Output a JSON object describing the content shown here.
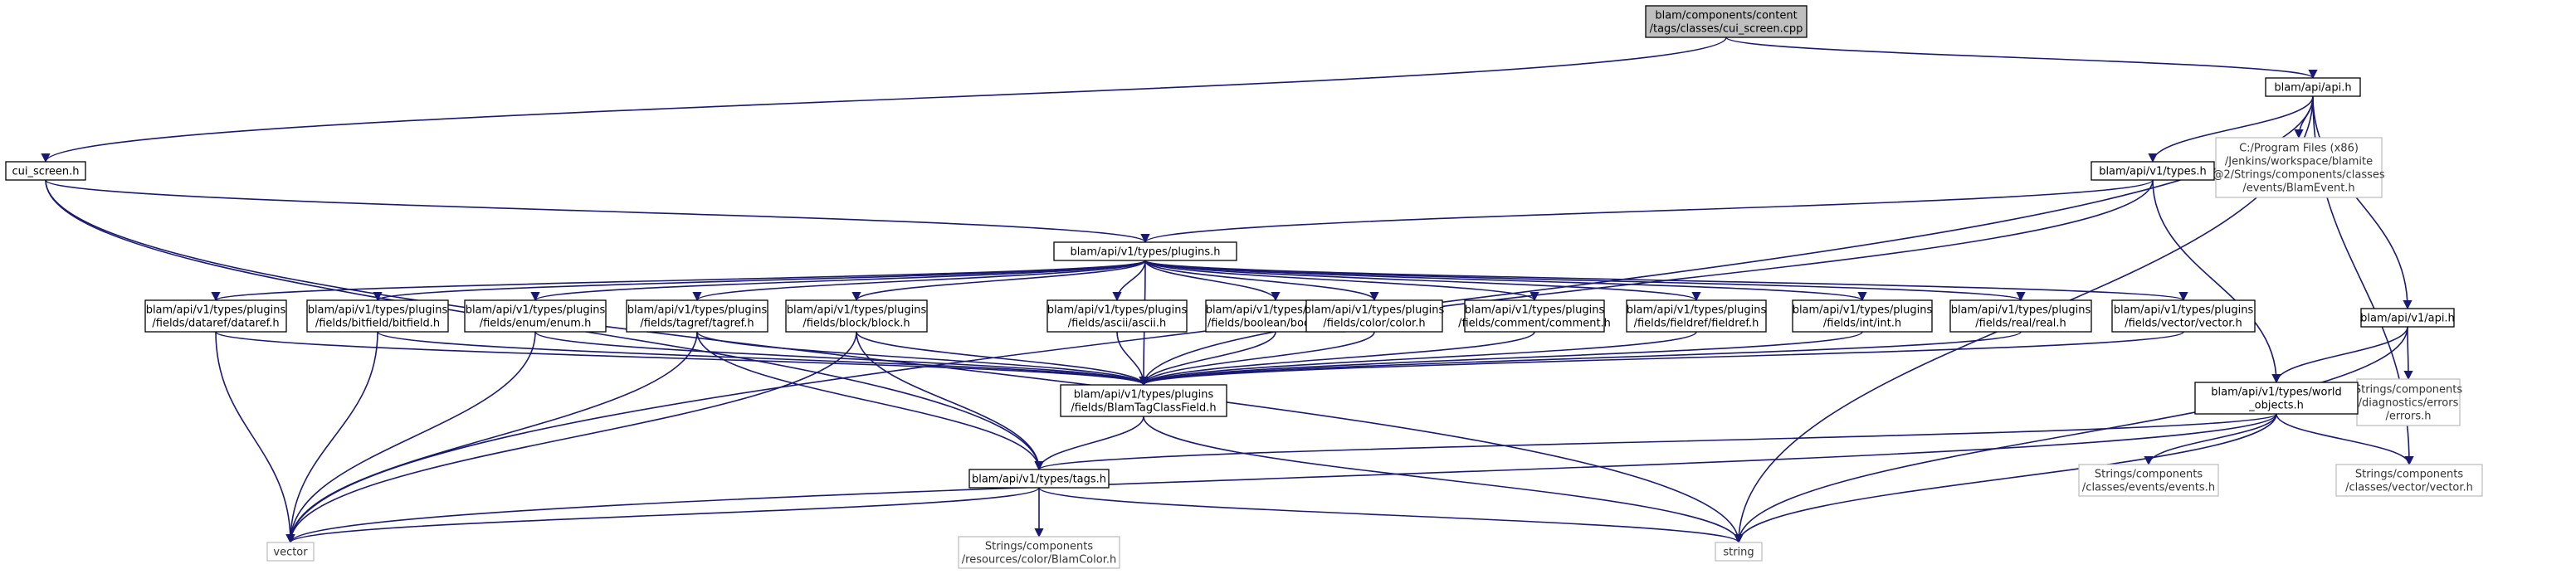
{
  "nodes": [
    {
      "id": "root",
      "kind": "root",
      "lines": [
        "blam/components/content",
        "/tags/classes/cui_screen.cpp"
      ]
    },
    {
      "id": "api",
      "kind": "solid",
      "lines": [
        "blam/api/api.h"
      ]
    },
    {
      "id": "cuih",
      "kind": "solid",
      "lines": [
        "cui_screen.h"
      ]
    },
    {
      "id": "progfiles",
      "kind": "ext",
      "lines": [
        "C:/Program Files (x86)",
        "/Jenkins/workspace/blamite",
        "@2/Strings/components/classes",
        "/events/BlamEvent.h"
      ]
    },
    {
      "id": "types",
      "kind": "solid",
      "lines": [
        "blam/api/v1/types.h"
      ]
    },
    {
      "id": "plugins",
      "kind": "solid",
      "lines": [
        "blam/api/v1/types/plugins.h"
      ]
    },
    {
      "id": "dataref",
      "kind": "solid",
      "lines": [
        "blam/api/v1/types/plugins",
        "/fields/dataref/dataref.h"
      ]
    },
    {
      "id": "bitfield",
      "kind": "solid",
      "lines": [
        "blam/api/v1/types/plugins",
        "/fields/bitfield/bitfield.h"
      ]
    },
    {
      "id": "enum",
      "kind": "solid",
      "lines": [
        "blam/api/v1/types/plugins",
        "/fields/enum/enum.h"
      ]
    },
    {
      "id": "tagref",
      "kind": "solid",
      "lines": [
        "blam/api/v1/types/plugins",
        "/fields/tagref/tagref.h"
      ]
    },
    {
      "id": "block",
      "kind": "solid",
      "lines": [
        "blam/api/v1/types/plugins",
        "/fields/block/block.h"
      ]
    },
    {
      "id": "ascii",
      "kind": "solid",
      "lines": [
        "blam/api/v1/types/plugins",
        "/fields/ascii/ascii.h"
      ]
    },
    {
      "id": "boolean",
      "kind": "solid",
      "lines": [
        "blam/api/v1/types/plugins",
        "/fields/boolean/boolean.h"
      ]
    },
    {
      "id": "color",
      "kind": "solid",
      "lines": [
        "blam/api/v1/types/plugins",
        "/fields/color/color.h"
      ]
    },
    {
      "id": "comment",
      "kind": "solid",
      "lines": [
        "blam/api/v1/types/plugins",
        "/fields/comment/comment.h"
      ]
    },
    {
      "id": "fieldref",
      "kind": "solid",
      "lines": [
        "blam/api/v1/types/plugins",
        "/fields/fieldref/fieldref.h"
      ]
    },
    {
      "id": "int",
      "kind": "solid",
      "lines": [
        "blam/api/v1/types/plugins",
        "/fields/int/int.h"
      ]
    },
    {
      "id": "real",
      "kind": "solid",
      "lines": [
        "blam/api/v1/types/plugins",
        "/fields/real/real.h"
      ]
    },
    {
      "id": "vectorh",
      "kind": "solid",
      "lines": [
        "blam/api/v1/types/plugins",
        "/fields/vector/vector.h"
      ]
    },
    {
      "id": "btcf",
      "kind": "solid",
      "lines": [
        "blam/api/v1/types/plugins",
        "/fields/BlamTagClassField.h"
      ]
    },
    {
      "id": "v1api",
      "kind": "solid",
      "lines": [
        "blam/api/v1/api.h"
      ]
    },
    {
      "id": "errors",
      "kind": "ext",
      "lines": [
        "Strings/components",
        "/diagnostics/errors",
        "/errors.h"
      ]
    },
    {
      "id": "world",
      "kind": "solid",
      "lines": [
        "blam/api/v1/types/world",
        "_objects.h"
      ]
    },
    {
      "id": "tags",
      "kind": "solid",
      "lines": [
        "blam/api/v1/types/tags.h"
      ]
    },
    {
      "id": "events",
      "kind": "ext",
      "lines": [
        "Strings/components",
        "/classes/events/events.h"
      ]
    },
    {
      "id": "vec",
      "kind": "ext",
      "lines": [
        "Strings/components",
        "/classes/vector/vector.h"
      ]
    },
    {
      "id": "blamcolor",
      "kind": "ext",
      "lines": [
        "Strings/components",
        "/resources/color/BlamColor.h"
      ]
    },
    {
      "id": "vector",
      "kind": "ext",
      "lines": [
        "vector"
      ]
    },
    {
      "id": "string",
      "kind": "ext",
      "lines": [
        "string"
      ]
    }
  ],
  "edges": [
    [
      "root",
      "api"
    ],
    [
      "root",
      "cuih"
    ],
    [
      "api",
      "progfiles"
    ],
    [
      "api",
      "types"
    ],
    [
      "api",
      "v1api"
    ],
    [
      "api",
      "vector"
    ],
    [
      "api",
      "string"
    ],
    [
      "api",
      "vec"
    ],
    [
      "cuih",
      "plugins"
    ],
    [
      "cuih",
      "tags"
    ],
    [
      "cuih",
      "string"
    ],
    [
      "types",
      "plugins"
    ],
    [
      "types",
      "btcf"
    ],
    [
      "types",
      "world"
    ],
    [
      "plugins",
      "dataref"
    ],
    [
      "plugins",
      "bitfield"
    ],
    [
      "plugins",
      "enum"
    ],
    [
      "plugins",
      "tagref"
    ],
    [
      "plugins",
      "block"
    ],
    [
      "plugins",
      "ascii"
    ],
    [
      "plugins",
      "boolean"
    ],
    [
      "plugins",
      "color"
    ],
    [
      "plugins",
      "comment"
    ],
    [
      "plugins",
      "fieldref"
    ],
    [
      "plugins",
      "int"
    ],
    [
      "plugins",
      "real"
    ],
    [
      "plugins",
      "vectorh"
    ],
    [
      "plugins",
      "btcf"
    ],
    [
      "dataref",
      "btcf"
    ],
    [
      "dataref",
      "vector"
    ],
    [
      "bitfield",
      "btcf"
    ],
    [
      "bitfield",
      "vector"
    ],
    [
      "enum",
      "btcf"
    ],
    [
      "enum",
      "vector"
    ],
    [
      "tagref",
      "btcf"
    ],
    [
      "tagref",
      "tags"
    ],
    [
      "tagref",
      "vector"
    ],
    [
      "block",
      "btcf"
    ],
    [
      "block",
      "tags"
    ],
    [
      "block",
      "vector"
    ],
    [
      "ascii",
      "btcf"
    ],
    [
      "boolean",
      "btcf"
    ],
    [
      "color",
      "btcf"
    ],
    [
      "comment",
      "btcf"
    ],
    [
      "fieldref",
      "btcf"
    ],
    [
      "int",
      "btcf"
    ],
    [
      "real",
      "btcf"
    ],
    [
      "vectorh",
      "btcf"
    ],
    [
      "btcf",
      "tags"
    ],
    [
      "btcf",
      "string"
    ],
    [
      "v1api",
      "world"
    ],
    [
      "v1api",
      "errors"
    ],
    [
      "v1api",
      "string"
    ],
    [
      "world",
      "tags"
    ],
    [
      "world",
      "events"
    ],
    [
      "world",
      "vec"
    ],
    [
      "world",
      "vector"
    ],
    [
      "world",
      "string"
    ],
    [
      "tags",
      "blamcolor"
    ],
    [
      "tags",
      "vector"
    ],
    [
      "tags",
      "string"
    ]
  ]
}
